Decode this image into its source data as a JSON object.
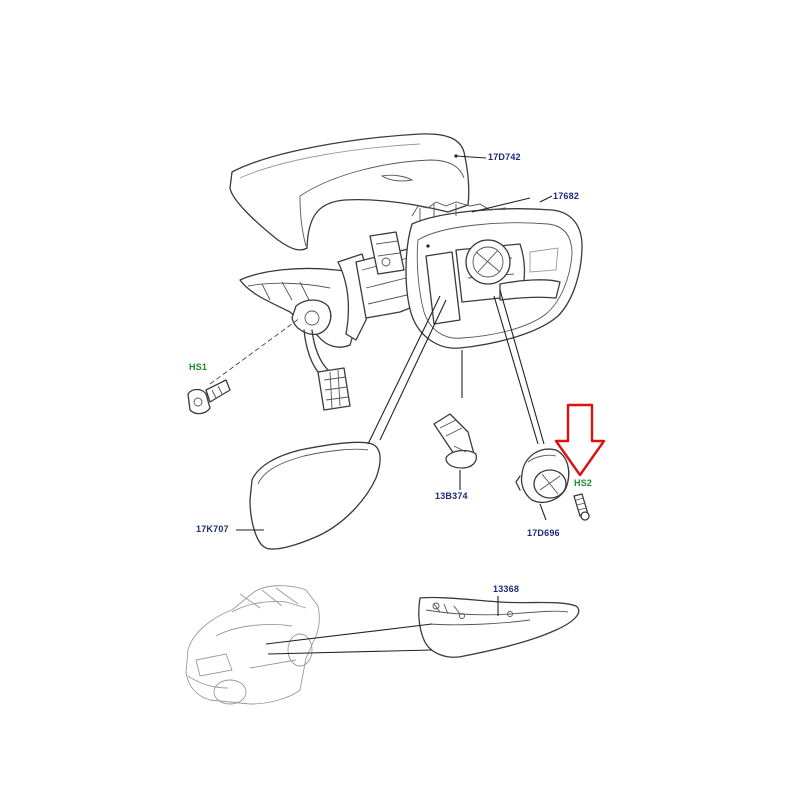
{
  "labels": {
    "mirror_cap": "17D742",
    "mirror_housing": "17682",
    "screw_hs1": "HS1",
    "screw_hs2": "HS2",
    "mirror_glass": "17K707",
    "puddle_lamp": "13B374",
    "motor": "17D696",
    "indicator": "13368"
  },
  "colors": {
    "part_number": "#1c2a78",
    "fixing": "#1e8a2a",
    "highlight_arrow": "#e01010"
  }
}
